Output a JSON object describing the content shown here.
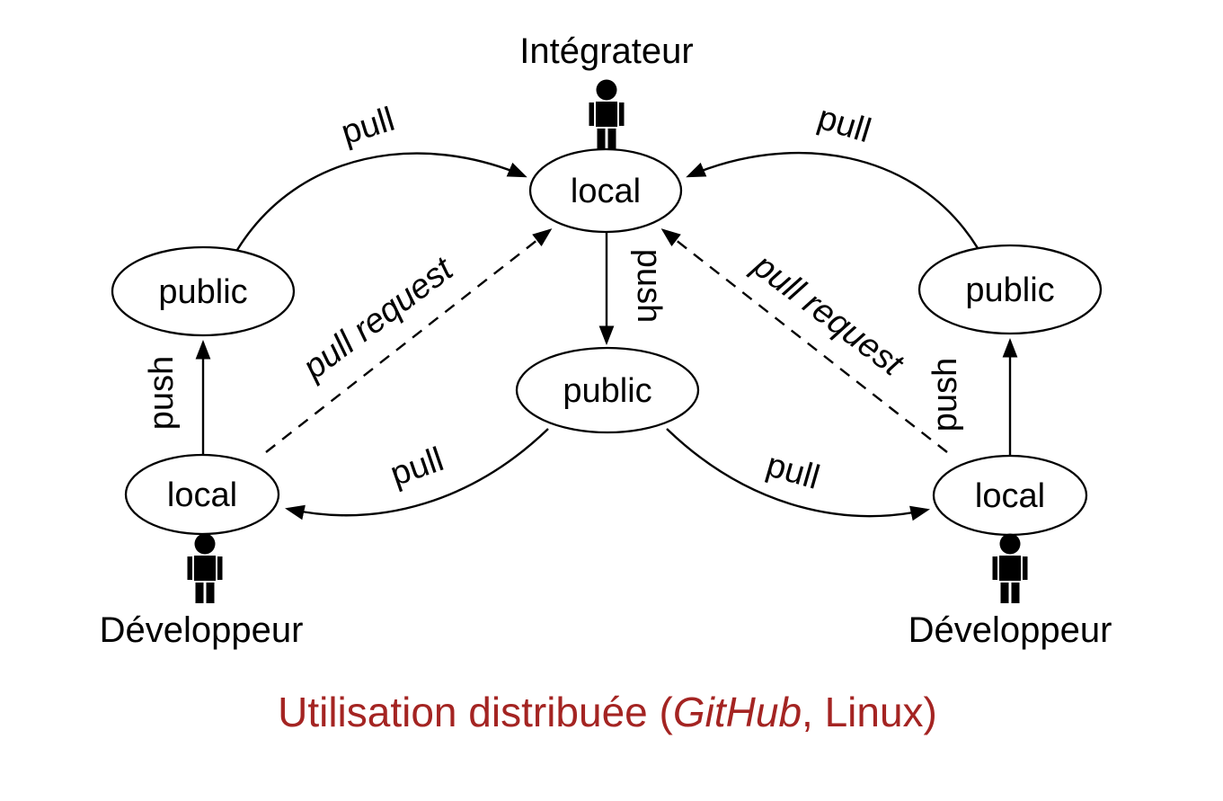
{
  "diagram": {
    "background": "#ffffff",
    "ink": "#000000",
    "actors": [
      {
        "id": "integrateur",
        "label": "Intégrateur",
        "role": "integrator"
      },
      {
        "id": "developpeur-gauche",
        "label": "Développeur",
        "role": "developer"
      },
      {
        "id": "developpeur-droit",
        "label": "Développeur",
        "role": "developer"
      }
    ],
    "repos": [
      {
        "id": "integrator-local",
        "label": "local"
      },
      {
        "id": "left-public",
        "label": "public"
      },
      {
        "id": "left-local",
        "label": "local"
      },
      {
        "id": "central-public",
        "label": "public"
      },
      {
        "id": "right-public",
        "label": "public"
      },
      {
        "id": "right-local",
        "label": "local"
      }
    ],
    "edges": [
      {
        "id": "pull-left-public-to-integrator-local",
        "label": "pull",
        "style": "solid"
      },
      {
        "id": "pull-right-public-to-integrator-local",
        "label": "pull",
        "style": "solid"
      },
      {
        "id": "push-left-local-to-left-public",
        "label": "push",
        "style": "solid"
      },
      {
        "id": "push-right-local-to-right-public",
        "label": "push",
        "style": "solid"
      },
      {
        "id": "push-integrator-local-to-central-public",
        "label": "push",
        "style": "solid"
      },
      {
        "id": "pull-central-public-to-left-local",
        "label": "pull",
        "style": "solid"
      },
      {
        "id": "pull-central-public-to-right-local",
        "label": "pull",
        "style": "solid"
      },
      {
        "id": "pull-request-left-local-to-integrator-local",
        "label": "pull request",
        "style": "dashed"
      },
      {
        "id": "pull-request-right-local-to-integrator-local",
        "label": "pull request",
        "style": "dashed"
      }
    ],
    "caption": {
      "prefix": "Utilisation distribuée (",
      "emphasis": "GitHub",
      "suffix": ", Linux)",
      "color": "#a42422"
    }
  }
}
